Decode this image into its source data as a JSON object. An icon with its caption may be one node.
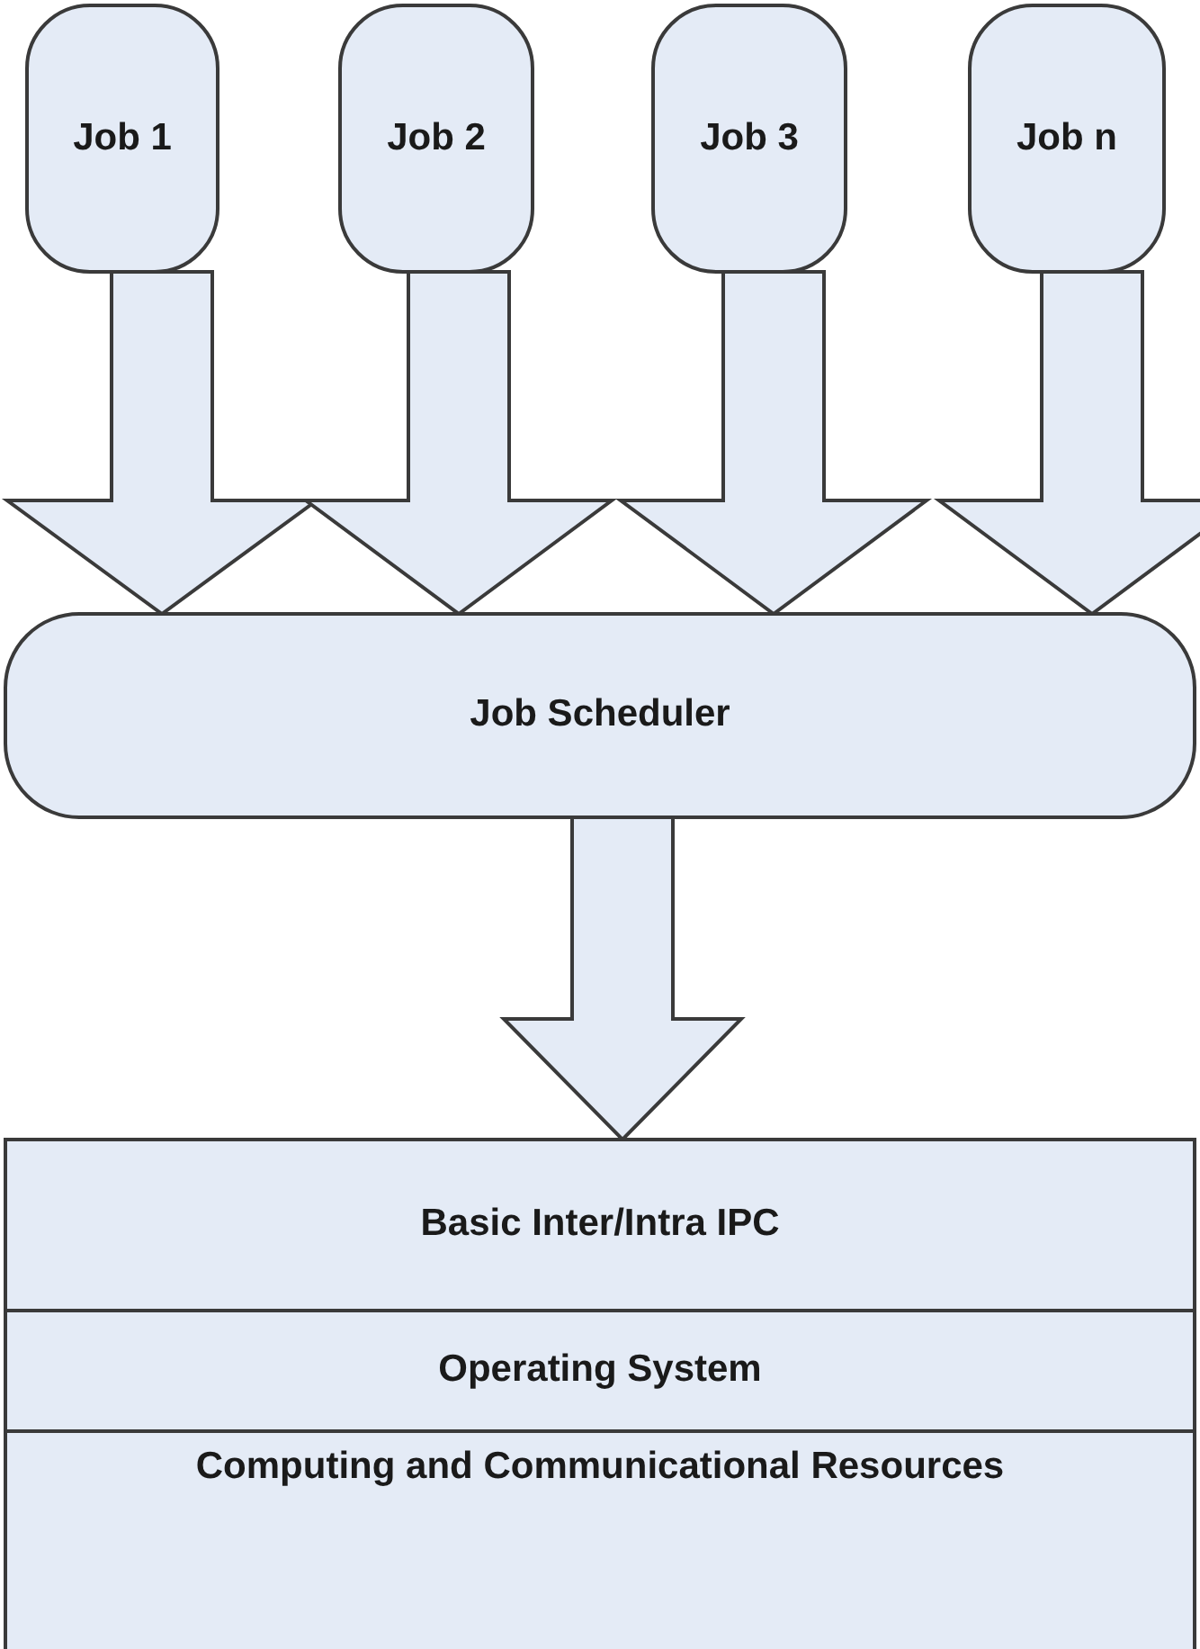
{
  "diagram": {
    "nodes": [
      {
        "text": [
          "Job 1"
        ]
      },
      {
        "text": [
          "Job 2"
        ]
      },
      {
        "text": [
          "Job 3"
        ]
      },
      {
        "text": [
          "Job n"
        ]
      },
      {
        "text": [
          "Job Scheduler"
        ]
      },
      {
        "text": [
          "Basic Inter/Intra IPC"
        ]
      },
      {
        "text": [
          "Operating System"
        ]
      },
      {
        "text": [
          "Computing and Communicational Resources"
        ]
      }
    ],
    "edges": [
      {
        "from": 0,
        "to": 4,
        "arrow": "to"
      },
      {
        "from": 1,
        "to": 4,
        "arrow": "to"
      },
      {
        "from": 2,
        "to": 4,
        "arrow": "to"
      },
      {
        "from": 3,
        "to": 4,
        "arrow": "to"
      },
      {
        "from": 4,
        "to": 5,
        "arrow": "to"
      }
    ]
  }
}
